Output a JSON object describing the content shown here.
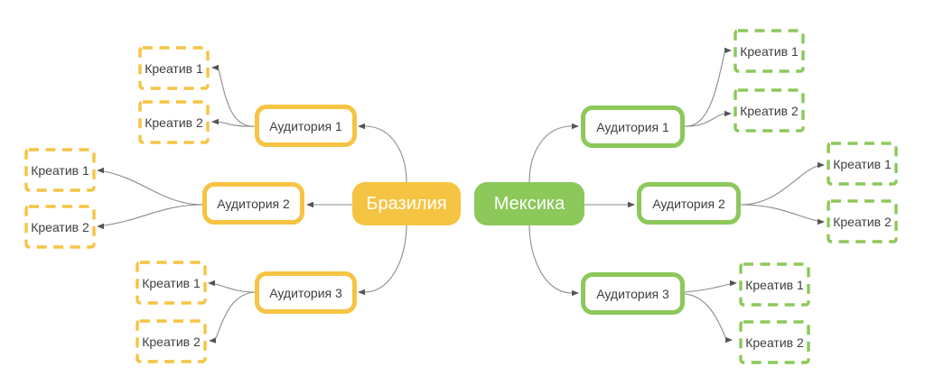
{
  "canvas": {
    "background": "#FFFFFF",
    "connector_color": "#8B8B8B",
    "label_text_color": "#3E3E3E"
  },
  "left_tree": {
    "center_label": "Бразилия",
    "accent_color": "#F6C443",
    "audiences": [
      {
        "label": "Аудитория 1",
        "creatives": [
          "Креатив 1",
          "Креатив 2"
        ]
      },
      {
        "label": "Аудитория 2",
        "creatives": [
          "Креатив 1",
          "Креатив 2"
        ]
      },
      {
        "label": "Аудитория 3",
        "creatives": [
          "Креатив 1",
          "Креатив 2"
        ]
      }
    ]
  },
  "right_tree": {
    "center_label": "Мексика",
    "accent_color": "#8CC85A",
    "audiences": [
      {
        "label": "Аудитория 1",
        "creatives": [
          "Креатив 1",
          "Креатив 2"
        ]
      },
      {
        "label": "Аудитория 2",
        "creatives": [
          "Креатив 1",
          "Креатив 2"
        ]
      },
      {
        "label": "Аудитория 3",
        "creatives": [
          "Креатив 1",
          "Креатив 2"
        ]
      }
    ]
  }
}
